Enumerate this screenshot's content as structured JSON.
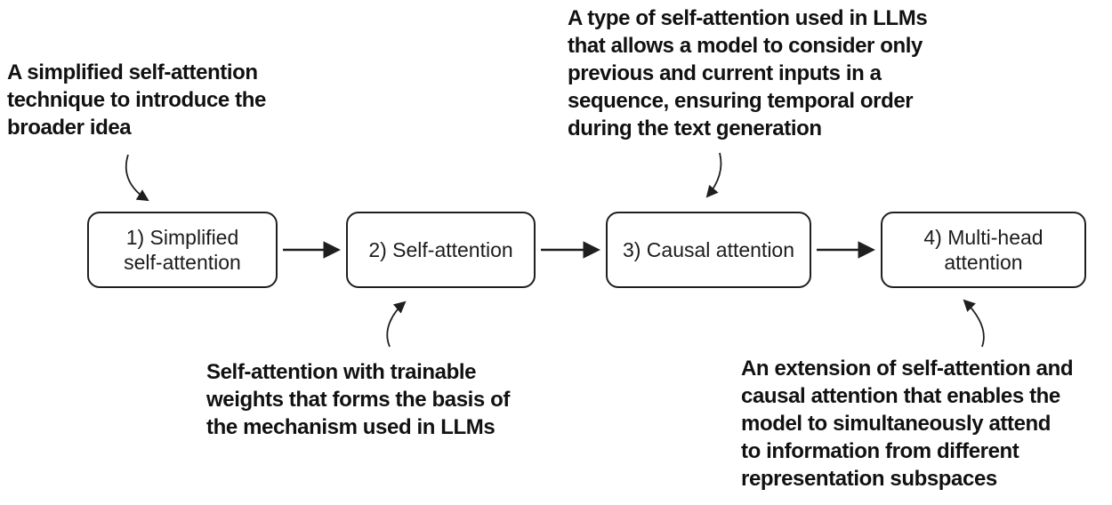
{
  "figure": {
    "title": "Attention mechanism stages diagram",
    "colors": {
      "background": "#ffffff",
      "box_border": "#1f1f1f",
      "box_text": "#1c1c1c",
      "annotation_text": "#111111",
      "arrow": "#1f1f1f"
    },
    "boxes": [
      {
        "label": "1) Simplified\nself-attention"
      },
      {
        "label": "2) Self-attention"
      },
      {
        "label": "3) Causal attention"
      },
      {
        "label": "4) Multi-head\nattention"
      }
    ],
    "annotations": [
      {
        "text": "A simplified self-attention\ntechnique to introduce the\nbroader idea",
        "points_to": "1) Simplified self-attention"
      },
      {
        "text": "A type of self-attention used in LLMs\nthat allows a model to consider only\nprevious and current inputs in a\nsequence, ensuring temporal order\nduring the text generation",
        "points_to": "3) Causal attention"
      },
      {
        "text": "Self-attention with trainable\nweights that forms the basis of\nthe mechanism used in LLMs",
        "points_to": "2) Self-attention"
      },
      {
        "text": "An extension of self-attention and\ncausal attention that enables the\nmodel to simultaneously attend\nto information from different\nrepresentation subspaces",
        "points_to": "4) Multi-head attention"
      }
    ]
  }
}
